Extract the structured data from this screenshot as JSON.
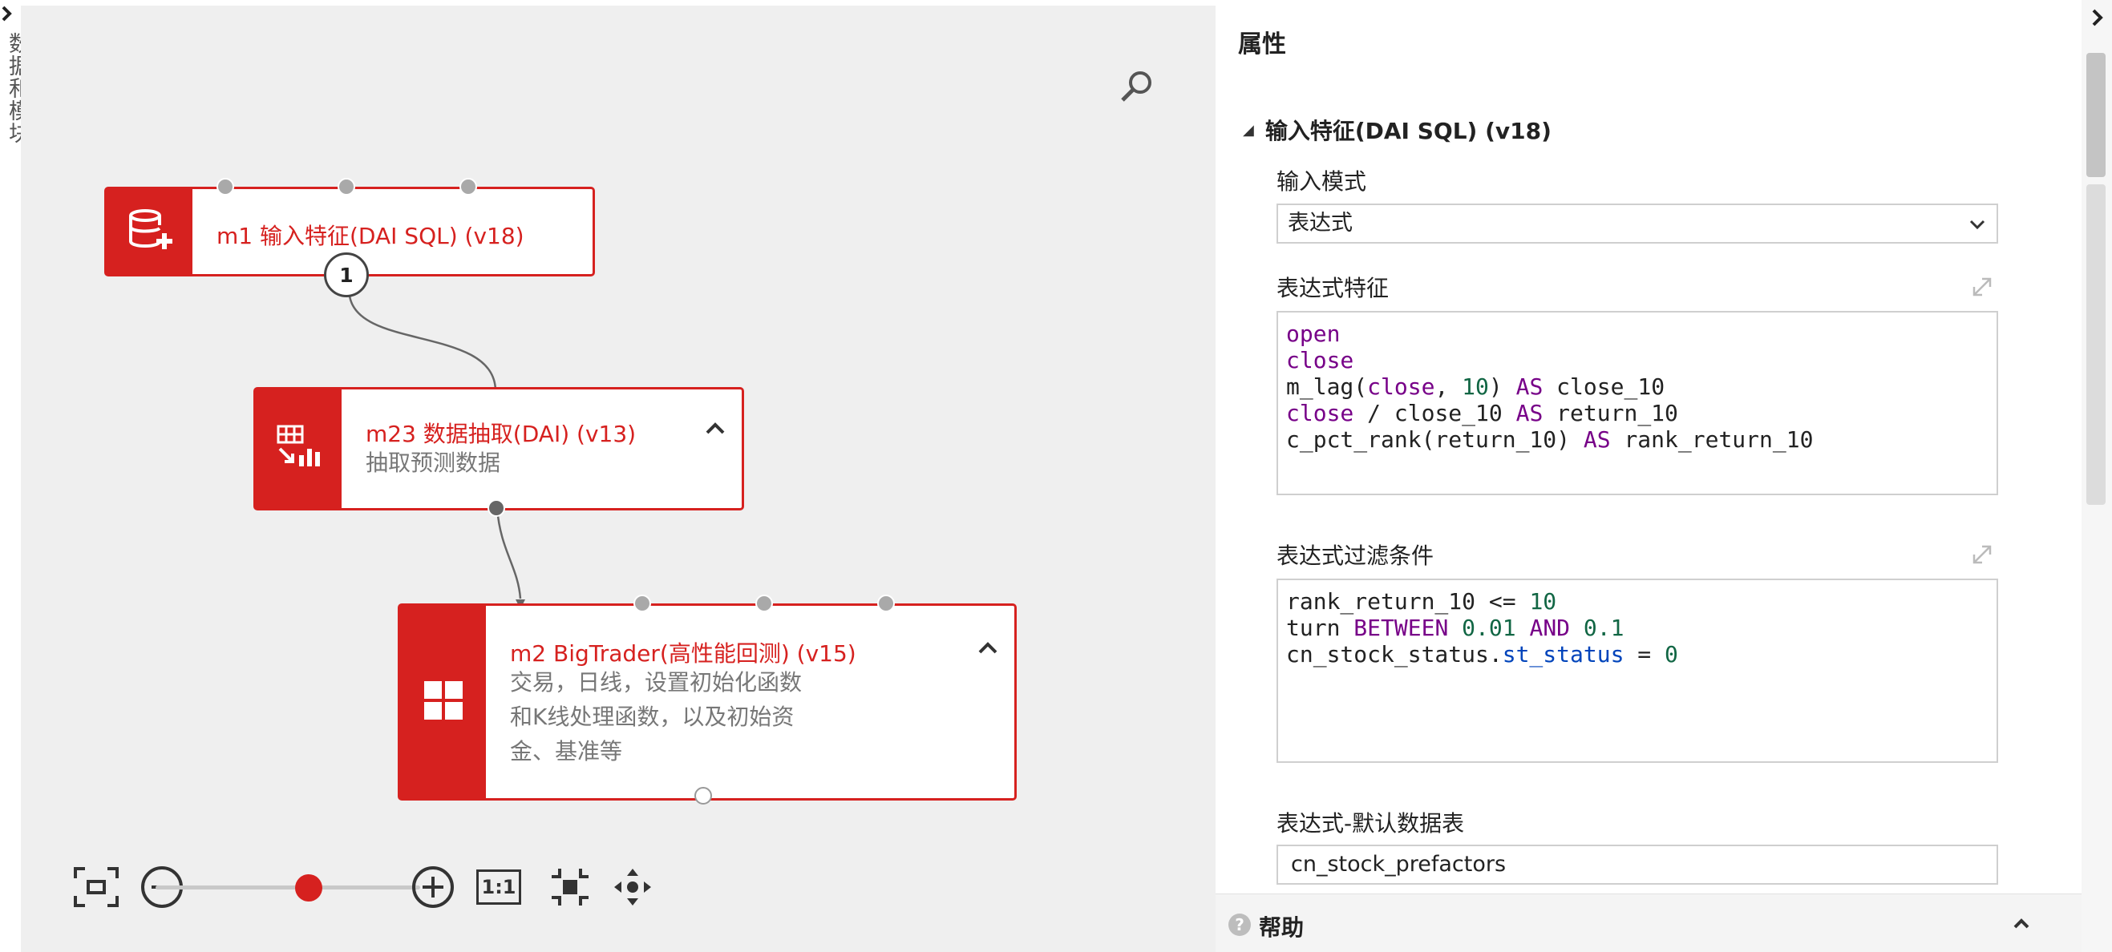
{
  "left_strip": {
    "vertical_tab_label": "数据和模块"
  },
  "canvas": {
    "nodes": [
      {
        "id": "m1",
        "title": "m1 输入特征(DAI SQL) (v18)",
        "badge": "1",
        "icon": "database-add-icon"
      },
      {
        "id": "m23",
        "title": "m23 数据抽取(DAI) (v13)",
        "description": "抽取预测数据",
        "icon": "data-extract-icon"
      },
      {
        "id": "m2",
        "title": "m2 BigTrader(高性能回测) (v15)",
        "description_lines": [
          "交易，日线，设置初始化函数",
          "和K线处理函数，以及初始资",
          "金、基准等"
        ],
        "icon": "window-grid-icon"
      }
    ],
    "zoom": {
      "level": 0.55,
      "one_to_one_label": "1:1"
    }
  },
  "panel": {
    "title": "属性",
    "section_title": "输入特征(DAI SQL) (v18)",
    "input_mode": {
      "label": "输入模式",
      "value": "表达式"
    },
    "expression_features": {
      "label": "表达式特征",
      "lines": [
        "open",
        "close",
        "m_lag(close, 10) AS close_10",
        "close / close_10 AS return_10",
        "c_pct_rank(return_10) AS rank_return_10"
      ]
    },
    "filter_conditions": {
      "label": "表达式过滤条件",
      "lines": [
        "rank_return_10 <= 10",
        "turn BETWEEN 0.01 AND 0.1",
        "cn_stock_status.st_status = 0"
      ]
    },
    "default_table": {
      "label": "表达式-默认数据表",
      "value": "cn_stock_prefactors"
    },
    "help": {
      "label": "帮助"
    }
  },
  "colors": {
    "accent": "#d6211f",
    "keyword": "#770088",
    "number": "#116644",
    "property": "#0044bb"
  }
}
